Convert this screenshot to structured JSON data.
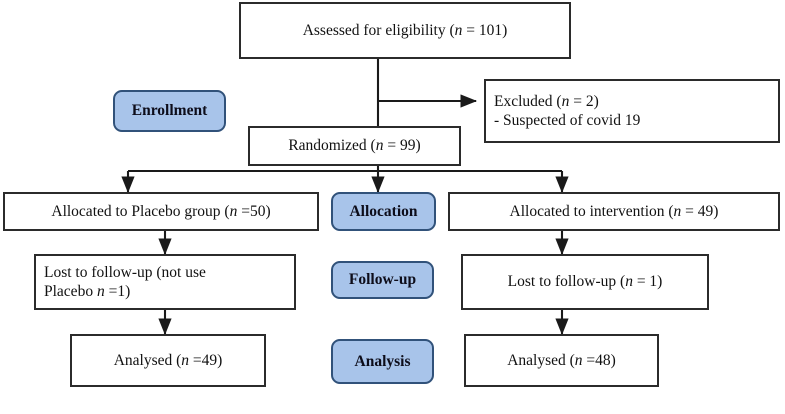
{
  "diagram": {
    "title": "CONSORT participant flow diagram",
    "type": "flowchart",
    "accent_color": "#a8c4ea",
    "badge_border_color": "#31527a",
    "box_border_color": "#2b2b2b",
    "background": "#ffffff"
  },
  "stage_labels": [
    {
      "id": "enrollment",
      "label": "Enrollment"
    },
    {
      "id": "allocation",
      "label": "Allocation"
    },
    {
      "id": "followup",
      "label": "Follow-up"
    },
    {
      "id": "analysis",
      "label": "Analysis"
    }
  ],
  "boxes": {
    "assessed": {
      "text": "Assessed for eligibility (n = 101)",
      "prefix": "Assessed for eligibility (",
      "n_symbol": "n",
      "suffix": " = 101)",
      "count": 101
    },
    "excluded": {
      "line1_prefix": "Excluded (",
      "line1_n": "n",
      "line1_suffix": " = 2)",
      "line1": "Excluded (n = 2)",
      "line2": "- Suspected of covid 19",
      "count": 2
    },
    "randomized": {
      "prefix": "Randomized (",
      "n_symbol": "n",
      "suffix": " = 99)",
      "text": "Randomized (n = 99)",
      "count": 99
    },
    "allocated_placebo": {
      "text": "Allocated to Placebo group (n =50)",
      "count": 50
    },
    "allocated_intervention": {
      "prefix": "Allocated to intervention (",
      "n_symbol": "n",
      "suffix": " = 49)",
      "text": "Allocated to intervention (n = 49)",
      "count": 49
    },
    "lost_placebo": {
      "line1": "Lost to follow-up (not use",
      "line2_prefix": "Placebo ",
      "line2_n": "n",
      "line2_suffix": " =1)",
      "line2": "Placebo n =1)",
      "count": 1
    },
    "lost_intervention": {
      "prefix": "Lost to follow-up (",
      "n_symbol": "n",
      "suffix": " = 1)",
      "text": "Lost to follow-up (n = 1)",
      "count": 1
    },
    "analysed_placebo": {
      "prefix": "Analysed (",
      "n_symbol": "n",
      "suffix": " =49)",
      "text": "Analysed (n =49)",
      "count": 49
    },
    "analysed_intervention": {
      "prefix": "Analysed (",
      "n_symbol": "n",
      "suffix": " =48)",
      "text": "Analysed (n =48)",
      "count": 48
    }
  }
}
